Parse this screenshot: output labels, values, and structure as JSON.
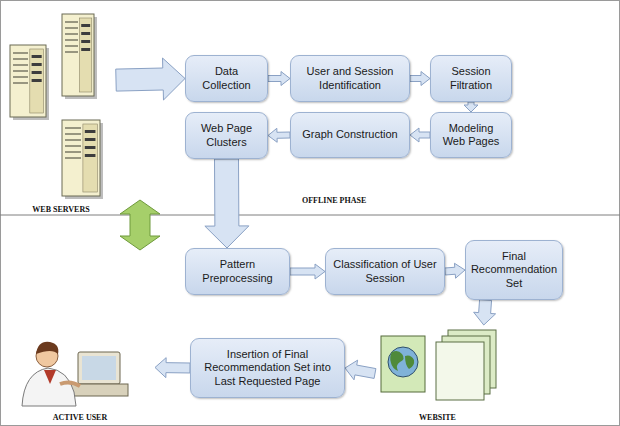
{
  "diagram": {
    "nodes": [
      {
        "text": [
          "WEB SERVERS"
        ]
      },
      {
        "text": [
          "Data Collection"
        ]
      },
      {
        "text": [
          "User and Session Identification"
        ]
      },
      {
        "text": [
          "Session Filtration"
        ]
      },
      {
        "text": [
          "Modeling Web Pages"
        ]
      },
      {
        "text": [
          "Graph Construction"
        ]
      },
      {
        "text": [
          "Web Page Clusters"
        ]
      },
      {
        "text": [
          "Pattern Preprocessing"
        ]
      },
      {
        "text": [
          "Classification of User Session"
        ]
      },
      {
        "text": [
          "Final Recommendation Set"
        ]
      },
      {
        "text": [
          "WEBSITE"
        ]
      },
      {
        "text": [
          "Insertion of Final Recommendation Set into Last Requested Page"
        ]
      },
      {
        "text": [
          "ACTIVE USER"
        ]
      }
    ],
    "edges": [
      {
        "from": 0,
        "to": 1,
        "arrow": "to"
      },
      {
        "from": 1,
        "to": 2,
        "arrow": "to"
      },
      {
        "from": 2,
        "to": 3,
        "arrow": "to"
      },
      {
        "from": 3,
        "to": 4,
        "arrow": "to"
      },
      {
        "from": 4,
        "to": 5,
        "arrow": "to"
      },
      {
        "from": 5,
        "to": 6,
        "arrow": "to"
      },
      {
        "from": 6,
        "to": 7,
        "arrow": "to"
      },
      {
        "from": 7,
        "to": 8,
        "arrow": "to"
      },
      {
        "from": 8,
        "to": 9,
        "arrow": "to"
      },
      {
        "from": 9,
        "to": 10,
        "arrow": "to"
      },
      {
        "from": 10,
        "to": 11,
        "arrow": "to"
      },
      {
        "from": 11,
        "to": 12,
        "arrow": "to"
      }
    ],
    "labels": [
      "OFFLINE PHASE"
    ]
  }
}
